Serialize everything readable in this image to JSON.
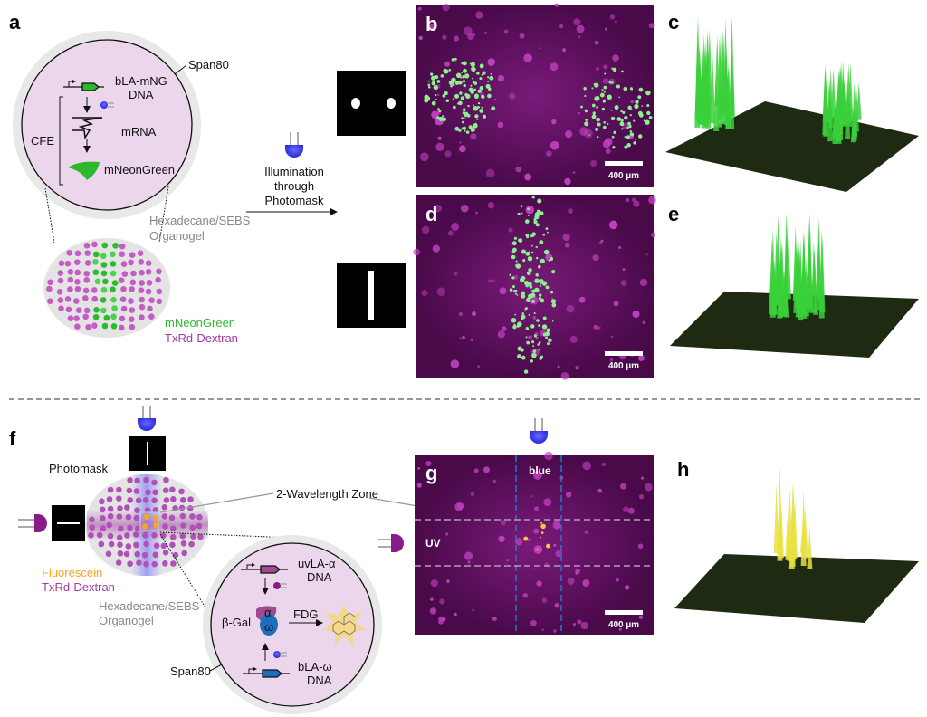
{
  "panels": {
    "a": "a",
    "b": "b",
    "c": "c",
    "d": "d",
    "e": "e",
    "f": "f",
    "g": "g",
    "h": "h"
  },
  "a": {
    "span80": "Span80",
    "dna_label": [
      "bLA-mNG",
      "DNA"
    ],
    "mrna": "mRNA",
    "protein": "mNeonGreen",
    "cfe": "CFE",
    "organogel": [
      "Hexadecane/SEBS",
      "Organogel"
    ],
    "legend_green": "mNeonGreen",
    "legend_purple": "TxRd-Dextran",
    "illumination": [
      "Illumination",
      "through",
      "Photomask"
    ]
  },
  "scale_bar": "400 µm",
  "f": {
    "photomask": "Photomask",
    "zone": "2-Wavelength Zone",
    "legend_orange": "Fluorescein",
    "legend_purple": "TxRd-Dextran",
    "organogel": [
      "Hexadecane/SEBS",
      "Organogel"
    ],
    "span80": "Span80",
    "uv_dna": [
      "uvLA-α",
      "DNA"
    ],
    "b_dna": [
      "bLA-ω",
      "DNA"
    ],
    "bgal": "β-Gal",
    "alpha": "α",
    "omega": "ω",
    "fdg": "FDG"
  },
  "g": {
    "blue": "blue",
    "uv": "UV"
  },
  "colors": {
    "green": "#2db82d",
    "purple": "#a33aa3",
    "orange": "#f5a623",
    "blue": "#3b3bf0",
    "uv": "#8a1a8a",
    "membrane": "#ecd6ec"
  }
}
